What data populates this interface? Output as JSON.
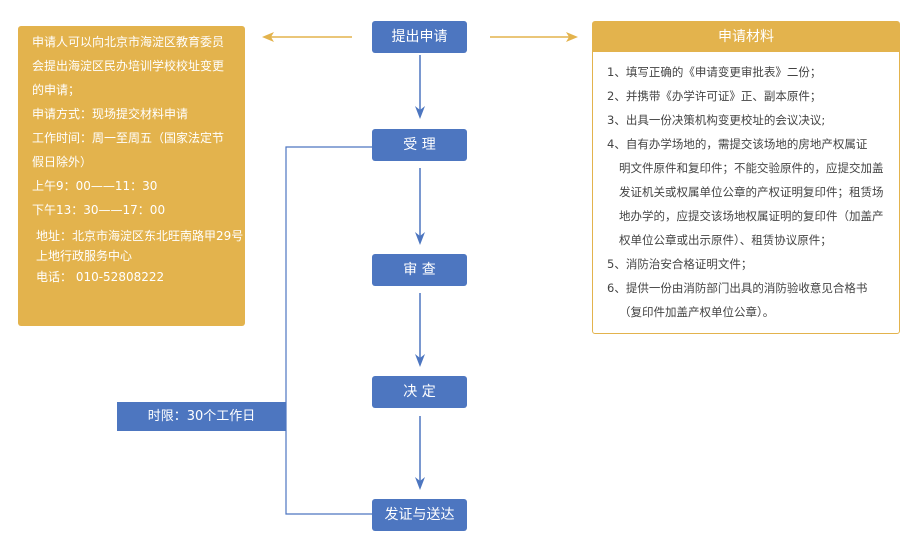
{
  "info": {
    "lines": [
      "申请人可以向北京市海淀区教育委员",
      "会提出海淀区民办培训学校校址变更",
      "的申请；",
      "申请方式：现场提交材料申请",
      "工作时间：周一至周五（国家法定节",
      "假日除外）",
      "上午9：00——11：30",
      "下午13：30——17：00"
    ],
    "address": "地址：北京市海淀区东北旺南路甲29号上地行政服务中心",
    "phone": "电话： 010-52808222"
  },
  "steps": [
    "提出申请",
    "受 理",
    "审 查",
    "决 定",
    "发证与送达"
  ],
  "time_limit": "时限：30个工作日",
  "materials": {
    "title": "申请材料",
    "items": [
      "1、填写正确的《申请变更审批表》二份；",
      "2、并携带《办学许可证》正、副本原件；",
      "3、出具一份决策机构变更校址的会议决议;",
      "4、自有办学场地的，需提交该场地的房地产权属证",
      "明文件原件和复印件；不能交验原件的，应提交加盖",
      "发证机关或权属单位公章的产权证明复印件；租赁场",
      "地办学的，应提交该场地权属证明的复印件（加盖产",
      "权单位公章或出示原件）、租赁协议原件；",
      "5、消防治安合格证明文件；",
      "6、提供一份由消防部门出具的消防验收意见合格书",
      "（复印件加盖产权单位公章）。"
    ]
  },
  "colors": {
    "step_blue": "#4d76c0",
    "gold": "#e3b34d",
    "arrow_blue": "#4d76c0"
  }
}
